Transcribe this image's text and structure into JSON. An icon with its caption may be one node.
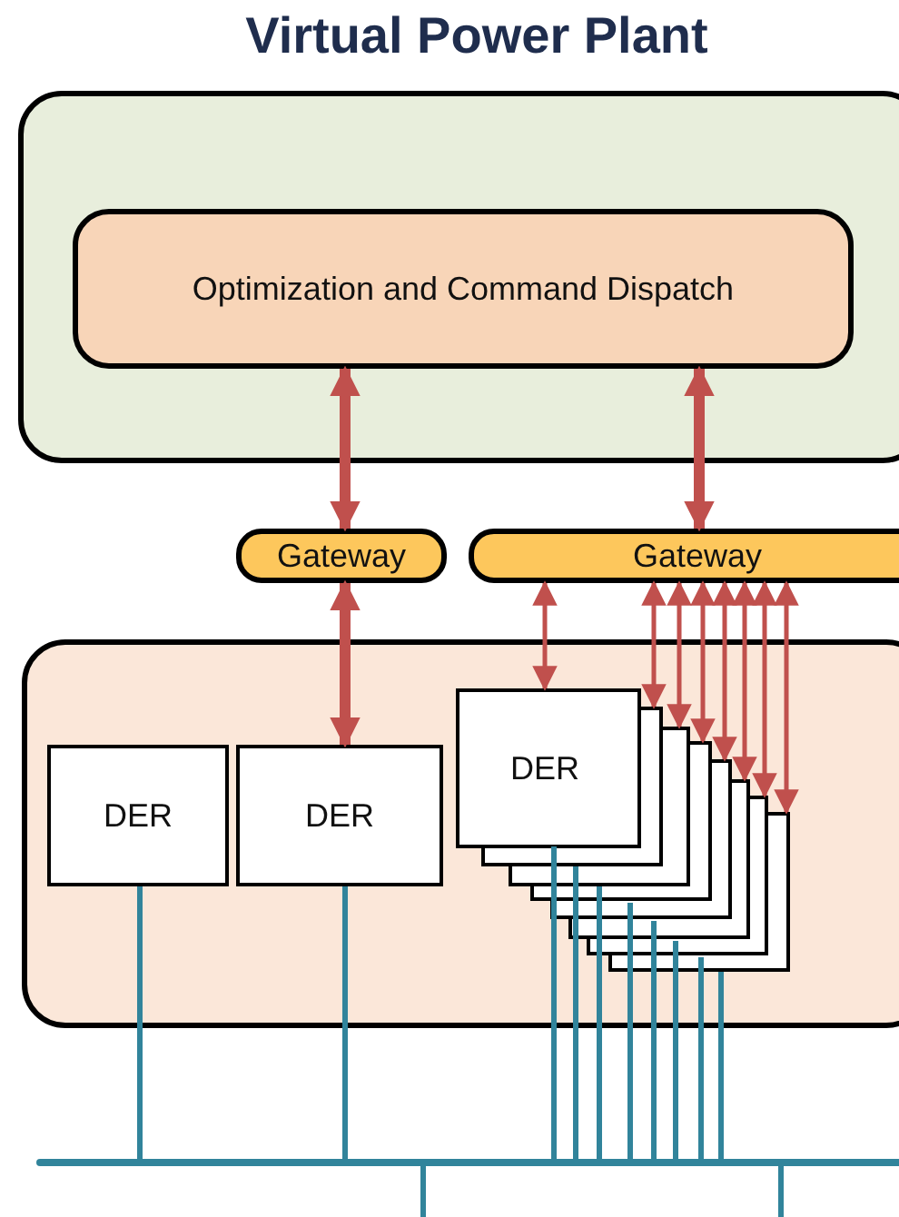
{
  "diagram": {
    "title": "Virtual Power Plant",
    "nodes": [
      {
        "text": [],
        "shape": "box"
      },
      {
        "text": [
          "Optimization and Command Dispatch"
        ],
        "in": 0
      },
      {
        "text": [
          "Gateway"
        ]
      },
      {
        "text": [
          "Gateway"
        ]
      },
      {
        "text": [],
        "shape": "box"
      },
      {
        "text": [
          "DER"
        ],
        "in": 4
      },
      {
        "text": [
          "DER"
        ],
        "in": 4
      },
      {
        "text": [
          "DER"
        ],
        "in": 4
      },
      {
        "text": [],
        "shape": "bar"
      }
    ],
    "edges": [
      {
        "from": 1,
        "to": 2,
        "arrow": "both",
        "style": "thick",
        "color": "#c0504d"
      },
      {
        "from": 1,
        "to": 3,
        "arrow": "both",
        "style": "thick",
        "color": "#c0504d"
      },
      {
        "from": 2,
        "to": 6,
        "arrow": "both",
        "style": "thick",
        "color": "#c0504d"
      },
      {
        "from": 3,
        "to": 7,
        "arrow": "both",
        "color": "#c0504d"
      },
      {
        "from": 3,
        "to": 7,
        "arrow": "both",
        "color": "#c0504d"
      },
      {
        "from": 3,
        "to": 7,
        "arrow": "both",
        "color": "#c0504d"
      },
      {
        "from": 3,
        "to": 7,
        "arrow": "both",
        "color": "#c0504d"
      },
      {
        "from": 3,
        "to": 7,
        "arrow": "both",
        "color": "#c0504d"
      },
      {
        "from": 3,
        "to": 7,
        "arrow": "both",
        "color": "#c0504d"
      },
      {
        "from": 3,
        "to": 7,
        "arrow": "both",
        "color": "#c0504d"
      },
      {
        "from": 3,
        "to": 7,
        "arrow": "both",
        "color": "#c0504d"
      },
      {
        "from": 5,
        "to": 8,
        "arrow": "none"
      },
      {
        "from": 6,
        "to": 8,
        "arrow": "none"
      },
      {
        "from": 7,
        "to": 8,
        "arrow": "none"
      },
      {
        "from": 7,
        "to": 8,
        "arrow": "none"
      },
      {
        "from": 7,
        "to": 8,
        "arrow": "none"
      },
      {
        "from": 7,
        "to": 8,
        "arrow": "none"
      },
      {
        "from": 7,
        "to": 8,
        "arrow": "none"
      },
      {
        "from": 7,
        "to": 8,
        "arrow": "none"
      },
      {
        "from": 7,
        "to": 8,
        "arrow": "none"
      },
      {
        "from": 7,
        "to": 8,
        "arrow": "none"
      },
      {
        "from": 8,
        "to": null,
        "arrow": "none"
      },
      {
        "from": 8,
        "to": null,
        "arrow": "none"
      }
    ]
  }
}
